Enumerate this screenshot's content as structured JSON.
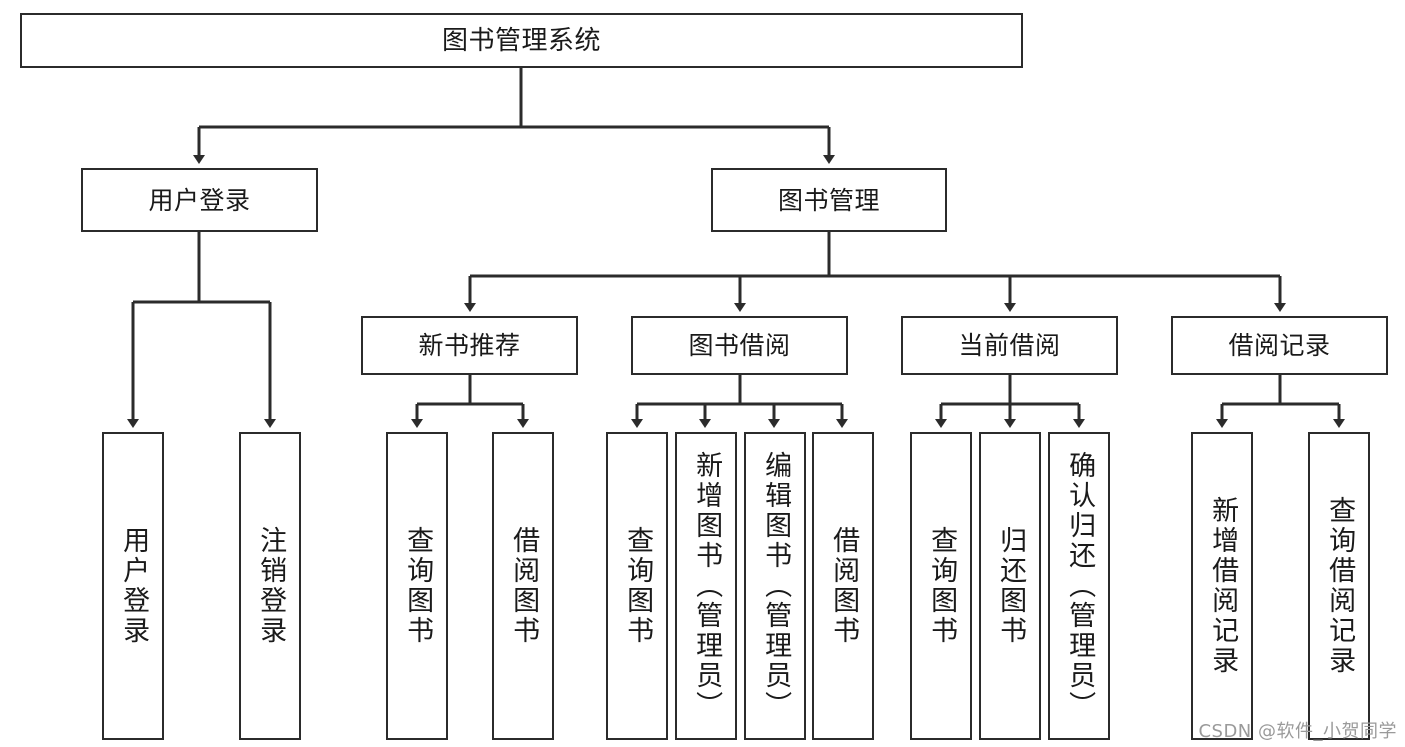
{
  "diagram": {
    "title": "图书管理系统",
    "type": "tree-hierarchy-chart",
    "watermark": "CSDN @软件_小贺同学",
    "colors": {
      "box_border": "#2b2b2b",
      "box_fill": "#ffffff",
      "edge": "#2b2b2b",
      "text": "#1a1a1a",
      "watermark": "#9a9a9a"
    }
  },
  "nodes": {
    "root": {
      "label": "图书管理系统"
    },
    "level2": [
      {
        "label": "用户登录"
      },
      {
        "label": "图书管理"
      }
    ],
    "level3": [
      {
        "label": "新书推荐"
      },
      {
        "label": "图书借阅"
      },
      {
        "label": "当前借阅"
      },
      {
        "label": "借阅记录"
      }
    ],
    "leaves": {
      "user_login": [
        {
          "label": "用户登录"
        },
        {
          "label": "注销登录"
        }
      ],
      "new_book_recommend": [
        {
          "label": "查询图书"
        },
        {
          "label": "借阅图书"
        }
      ],
      "book_borrow": [
        {
          "label": "查询图书"
        },
        {
          "label": "新增图书（管理员）"
        },
        {
          "label": "编辑图书（管理员）"
        },
        {
          "label": "借阅图书"
        }
      ],
      "current_borrow": [
        {
          "label": "查询图书"
        },
        {
          "label": "归还图书"
        },
        {
          "label": "确认归还（管理员）"
        }
      ],
      "borrow_record": [
        {
          "label": "新增借阅记录"
        },
        {
          "label": "查询借阅记录"
        }
      ]
    }
  }
}
